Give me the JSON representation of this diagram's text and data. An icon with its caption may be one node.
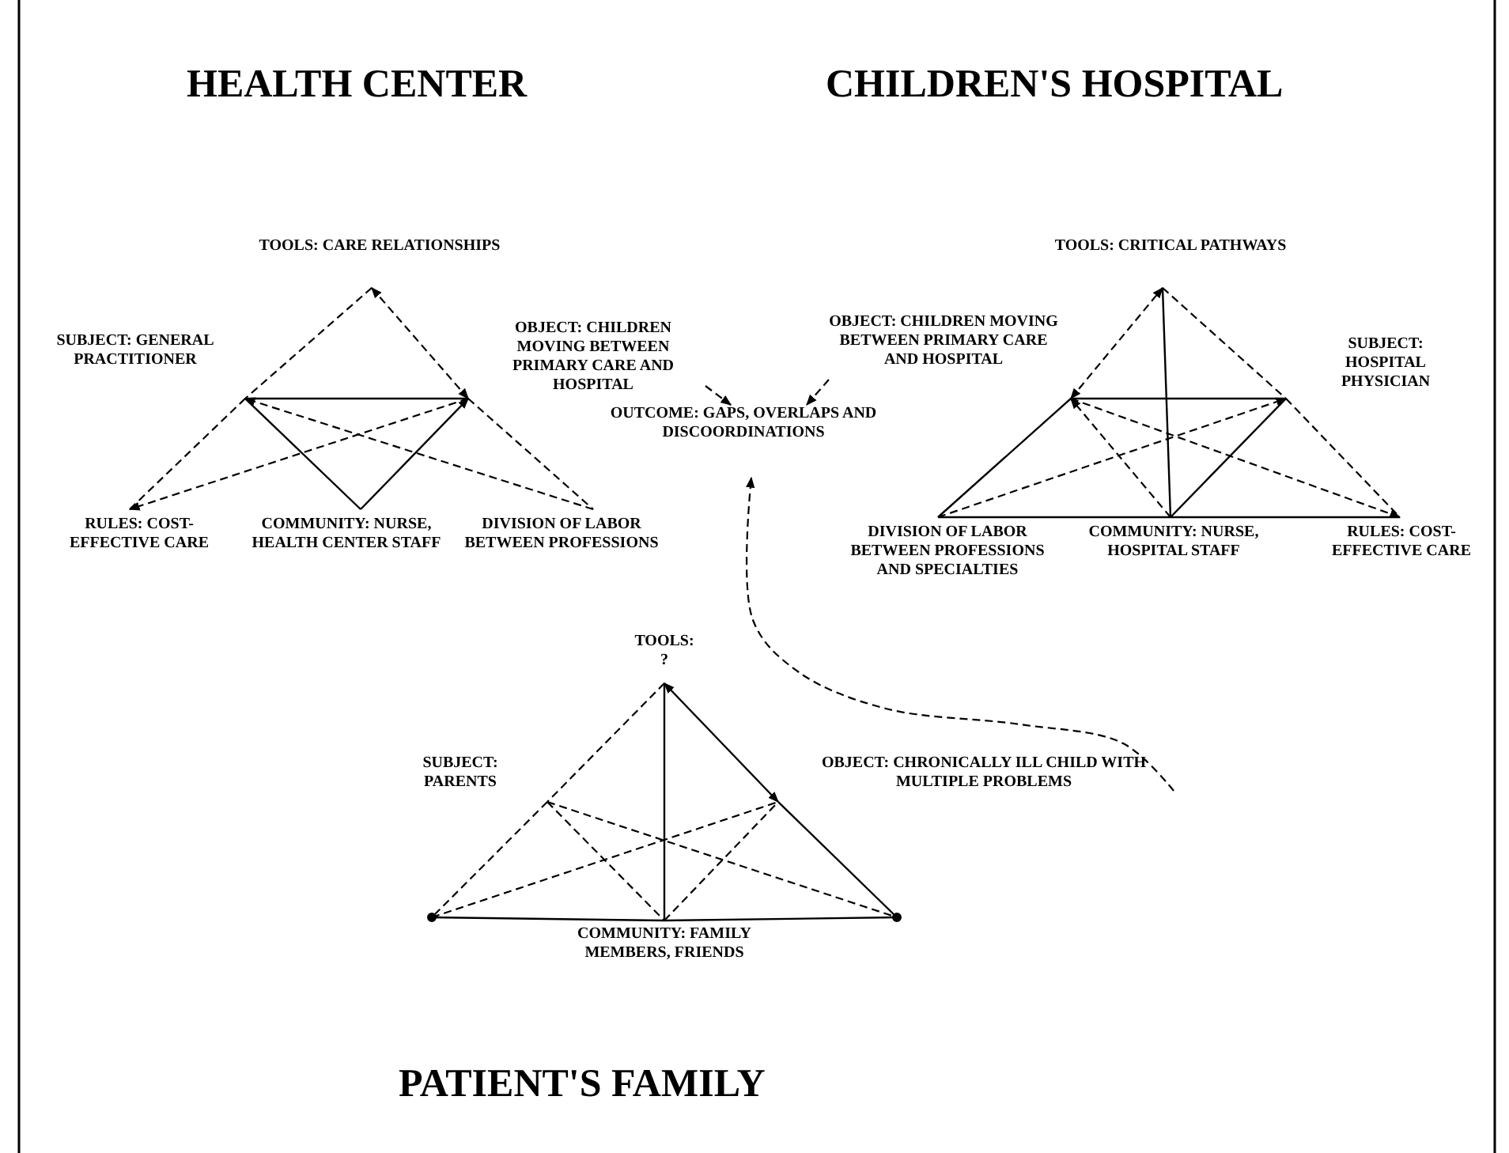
{
  "diagram": {
    "nodes": [
      {
        "text": [
          "TOOLS: CARE RELATIONSHIPS"
        ]
      },
      {
        "text": [
          "SUBJECT: GENERAL PRACTITIONER"
        ]
      },
      {
        "text": [
          "OBJECT: CHILDREN MOVING BETWEEN PRIMARY CARE AND HOSPITAL"
        ]
      },
      {
        "text": [
          "OUTCOME: GAPS, OVERLAPS AND DISCOORDINATIONS"
        ]
      },
      {
        "text": [
          "TOOLS: CRITICAL PATHWAYS"
        ]
      },
      {
        "text": [
          "OBJECT: CHILDREN MOVING BETWEEN PRIMARY CARE AND HOSPITAL"
        ]
      },
      {
        "text": [
          "SUBJECT: HOSPITAL PHYSICIAN"
        ]
      },
      {
        "text": [
          "RULES: COST-EFFECTIVE CARE"
        ]
      },
      {
        "text": [
          "COMMUNITY: NURSE, HEALTH CENTER STAFF"
        ]
      },
      {
        "text": [
          "DIVISION OF LABOR BETWEEN PROFESSIONS"
        ]
      },
      {
        "text": [
          "DIVISION OF LABOR BETWEEN PROFESSIONS AND SPECIALTIES"
        ]
      },
      {
        "text": [
          "COMMUNITY: NURSE, HOSPITAL STAFF"
        ]
      },
      {
        "text": [
          "RULES: COST-EFFECTIVE CARE"
        ]
      },
      {
        "text": [
          "TOOLS:",
          "?"
        ]
      },
      {
        "text": [
          "SUBJECT: PARENTS"
        ]
      },
      {
        "text": [
          "OBJECT: CHRONICALLY ILL CHILD WITH MULTIPLE PROBLEMS"
        ]
      },
      {
        "text": [],
        "shape": "dot"
      },
      {
        "text": [],
        "shape": "dot"
      },
      {
        "text": [
          "COMMUNITY: FAMILY MEMBERS, FRIENDS"
        ]
      }
    ],
    "edges": [
      {
        "from": 0,
        "to": 1,
        "arrow": "none",
        "style": "dashed"
      },
      {
        "from": 1,
        "to": 7,
        "arrow": "none",
        "style": "dashed"
      },
      {
        "from": 2,
        "to": 0,
        "arrow": "both",
        "style": "dashed"
      },
      {
        "from": 1,
        "to": 2,
        "arrow": "none"
      },
      {
        "from": 2,
        "to": 9,
        "arrow": "none",
        "style": "dashed"
      },
      {
        "from": 1,
        "to": 8,
        "arrow": "none"
      },
      {
        "from": 8,
        "to": 2,
        "arrow": "to"
      },
      {
        "from": 9,
        "to": 1,
        "arrow": "to",
        "style": "dashed"
      },
      {
        "from": 2,
        "to": 7,
        "arrow": "to",
        "style": "dashed"
      },
      {
        "from": 2,
        "to": 3,
        "arrow": "to",
        "style": "dashed"
      },
      {
        "from": 5,
        "to": 4,
        "arrow": "both",
        "style": "dashed"
      },
      {
        "from": 4,
        "to": 11,
        "arrow": "none"
      },
      {
        "from": 4,
        "to": 6,
        "arrow": "none",
        "style": "dashed"
      },
      {
        "from": 6,
        "to": 12,
        "arrow": "none",
        "style": "dashed"
      },
      {
        "from": 5,
        "to": 6,
        "arrow": "none"
      },
      {
        "from": 5,
        "to": 10,
        "arrow": "none"
      },
      {
        "from": 10,
        "to": 11,
        "arrow": "none"
      },
      {
        "from": 11,
        "to": 12,
        "arrow": "none"
      },
      {
        "from": 11,
        "to": 6,
        "arrow": "none"
      },
      {
        "from": 11,
        "to": 5,
        "arrow": "to",
        "style": "dashed"
      },
      {
        "from": 10,
        "to": 6,
        "arrow": "to",
        "style": "dashed"
      },
      {
        "from": 5,
        "to": 12,
        "arrow": "to",
        "style": "dashed"
      },
      {
        "from": 5,
        "to": 3,
        "arrow": "to",
        "style": "dashed"
      },
      {
        "from": 13,
        "to": 14,
        "arrow": "none",
        "style": "dashed"
      },
      {
        "from": 14,
        "to": 16,
        "arrow": "none",
        "style": "dashed"
      },
      {
        "from": 13,
        "to": 18,
        "arrow": "none"
      },
      {
        "from": 13,
        "to": 15,
        "arrow": "both"
      },
      {
        "from": 15,
        "to": 17,
        "arrow": "none"
      },
      {
        "from": 16,
        "to": 18,
        "arrow": "none"
      },
      {
        "from": 18,
        "to": 17,
        "arrow": "none"
      },
      {
        "from": 14,
        "to": 18,
        "arrow": "none",
        "style": "dashed"
      },
      {
        "from": 18,
        "to": 15,
        "arrow": "none",
        "style": "dashed"
      },
      {
        "from": 16,
        "to": 15,
        "arrow": "none",
        "style": "dashed"
      },
      {
        "from": 14,
        "to": 17,
        "arrow": "none",
        "style": "dashed"
      },
      {
        "from": 15,
        "to": 3,
        "arrow": "to",
        "style": "dashed"
      }
    ],
    "labels": [
      "HEALTH CENTER",
      "CHILDREN'S HOSPITAL",
      "PATIENT'S FAMILY"
    ]
  }
}
